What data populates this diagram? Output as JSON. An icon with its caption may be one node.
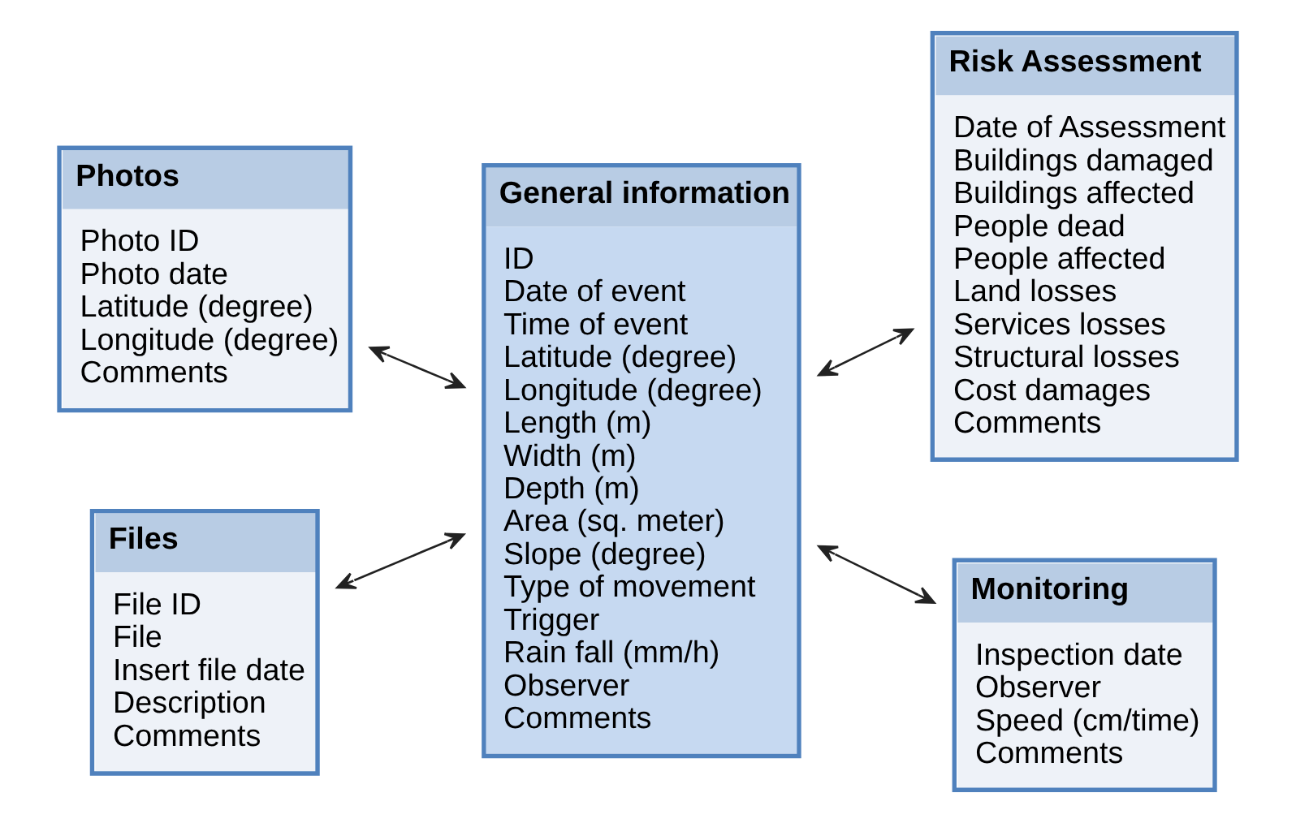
{
  "diagram": {
    "nodes": [
      {
        "text": [
          "Photos",
          "Photo ID",
          "Photo date",
          "Latitude (degree)",
          "Longitude (degree)",
          "Comments"
        ]
      },
      {
        "text": [
          "General information",
          "ID",
          "Date of event",
          "Time of event",
          "Latitude (degree)",
          "Longitude (degree)",
          "Length (m)",
          "Width (m)",
          "Depth (m)",
          "Area (sq. meter)",
          "Slope (degree)",
          "Type of movement",
          "Trigger",
          "Rain fall (mm/h)",
          "Observer",
          "Comments"
        ]
      },
      {
        "text": [
          "Risk Assessment",
          "Date of Assessment",
          "Buildings damaged",
          "Buildings affected",
          "People dead",
          "People affected",
          "Land losses",
          "Services losses",
          "Structural losses",
          "Cost damages",
          "Comments"
        ]
      },
      {
        "text": [
          "Files",
          "File ID",
          "File",
          "Insert file date",
          "Description",
          "Comments"
        ]
      },
      {
        "text": [
          "Monitoring",
          "Inspection date",
          "Observer",
          "Speed (cm/time)",
          "Comments"
        ]
      }
    ],
    "edges": [
      {
        "from": 0,
        "to": 1,
        "arrow": "both"
      },
      {
        "from": 3,
        "to": 1,
        "arrow": "both"
      },
      {
        "from": 1,
        "to": 2,
        "arrow": "both"
      },
      {
        "from": 1,
        "to": 4,
        "arrow": "both"
      }
    ]
  }
}
